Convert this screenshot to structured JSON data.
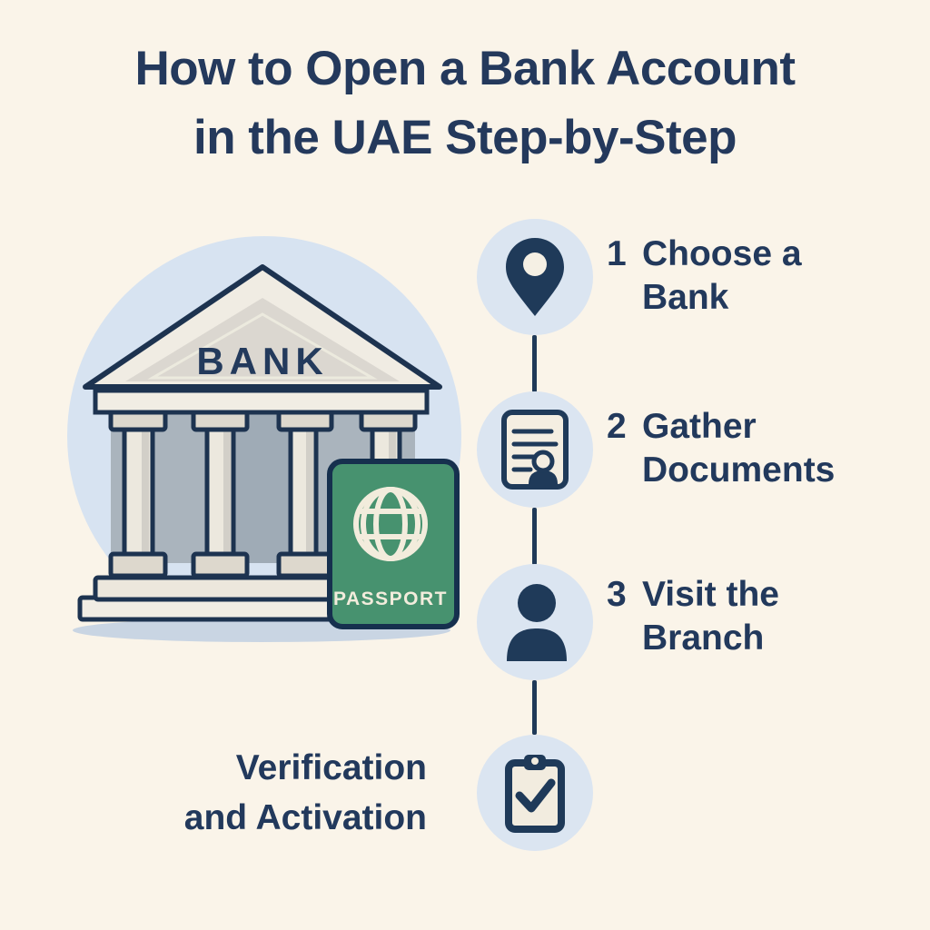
{
  "title": {
    "line1": "How to Open a Bank Account",
    "line2": "in the UAE Step-by-Step"
  },
  "illustration": {
    "bank_sign": "BANK",
    "passport_label": "PASSPORT"
  },
  "steps": [
    {
      "number": "1",
      "label_line1": "Choose a",
      "label_line2": "Bank",
      "icon": "location-pin-icon"
    },
    {
      "number": "2",
      "label_line1": "Gather",
      "label_line2": "Documents",
      "icon": "document-icon"
    },
    {
      "number": "3",
      "label_line1": "Visit the",
      "label_line2": "Branch",
      "icon": "person-icon"
    },
    {
      "icon": "clipboard-check-icon"
    }
  ],
  "final_step": {
    "line1": "Verification",
    "line2": "and Activation"
  },
  "colors": {
    "background": "#faf4e9",
    "navy_text": "#24395c",
    "icon_navy": "#1f3a59",
    "outline_navy": "#1d3350",
    "circle_blue": "#dbe5f1",
    "blob_blue": "#d7e3f1",
    "passport_green": "#47926f",
    "cream_fill": "#f1ede4",
    "wall_grey": "#a8b2ba"
  }
}
